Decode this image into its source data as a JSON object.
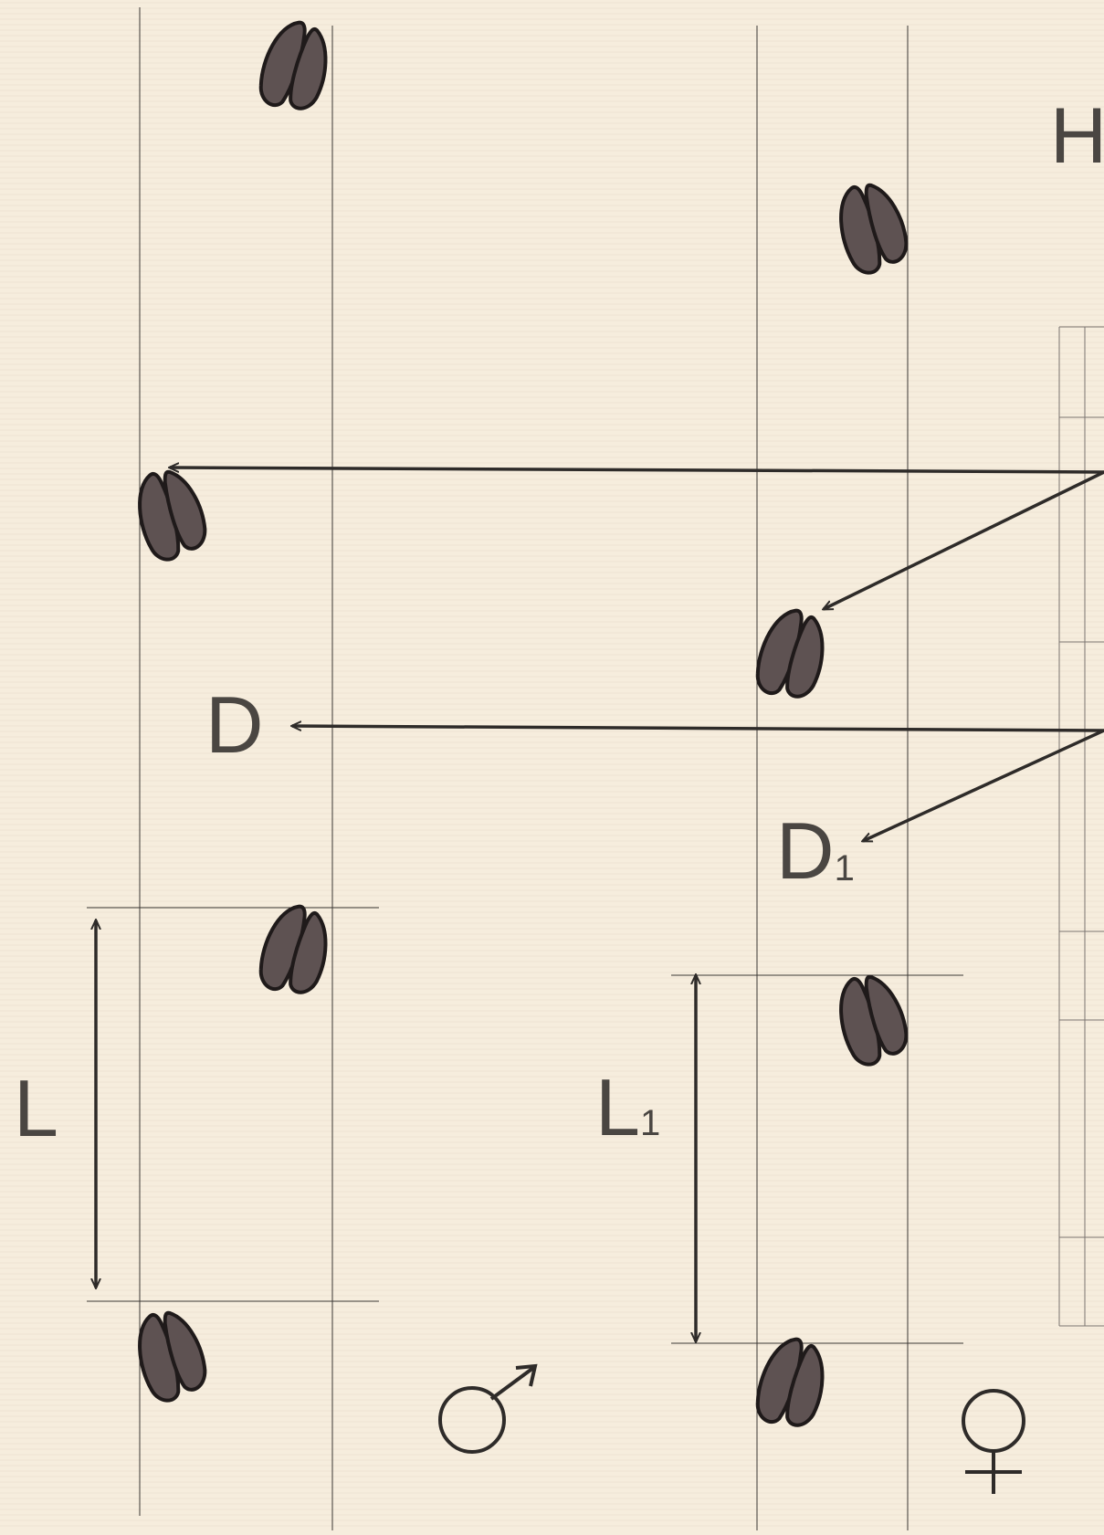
{
  "colors": {
    "background": "#f6eddd",
    "track_line": "#3a3634",
    "arrow": "#2e2b29",
    "hoof_fill": "#5e5252",
    "hoof_stroke": "#1f1a1a",
    "label": "#4a4642"
  },
  "labels": {
    "heading_fragment": "H",
    "stride_male": "L",
    "stride_female_main": "L",
    "stride_female_sub": "1",
    "straddle_male": "D",
    "straddle_female_main": "D",
    "straddle_female_sub": "1"
  },
  "symbols": {
    "male": "male-symbol",
    "female": "female-symbol"
  }
}
